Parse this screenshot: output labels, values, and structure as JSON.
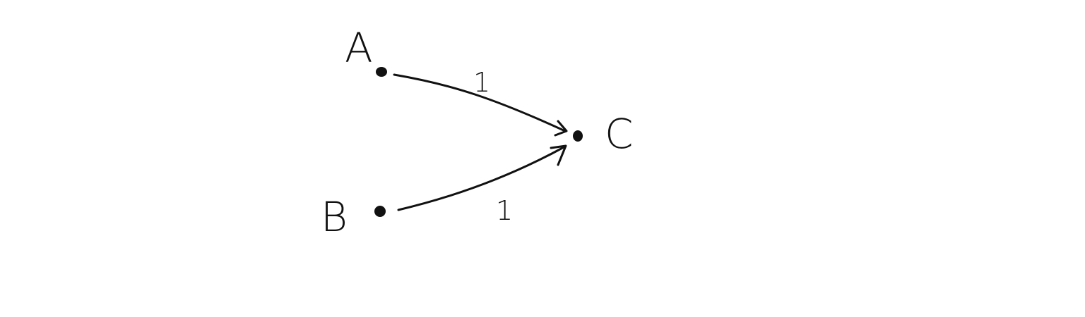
{
  "diagram": {
    "nodes": [
      {
        "id": "A",
        "label": "A"
      },
      {
        "id": "B",
        "label": "B"
      },
      {
        "id": "C",
        "label": "C"
      }
    ],
    "edges": [
      {
        "from": "A",
        "to": "C",
        "label": "1"
      },
      {
        "from": "B",
        "to": "C",
        "label": "1"
      }
    ]
  }
}
